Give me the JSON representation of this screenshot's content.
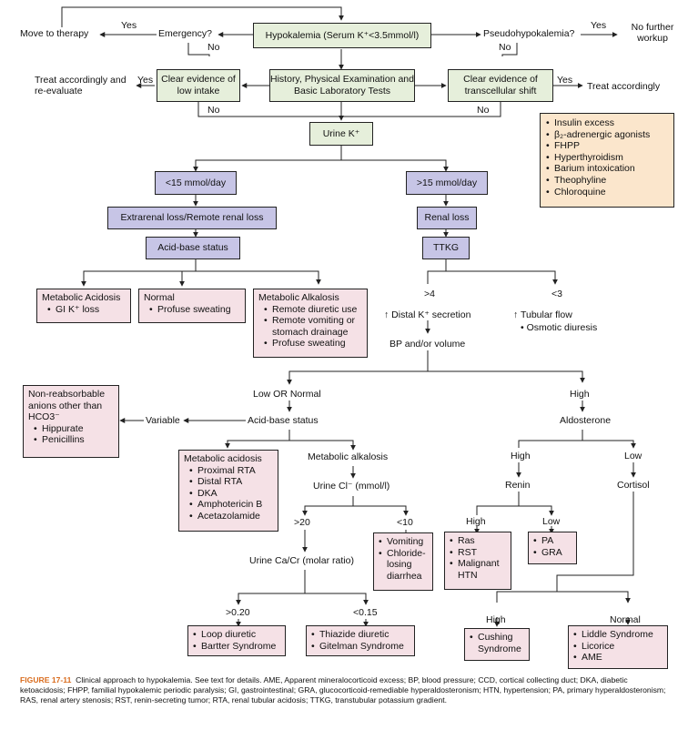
{
  "top": {
    "hypokalemia": "Hypokalemia (Serum K⁺<3.5mmol/l)",
    "emergency": "Emergency?",
    "move_to_therapy": "Move to therapy",
    "pseudo": "Pseudohypokalemia?",
    "no_further": "No further workup",
    "yes": "Yes",
    "no": "No"
  },
  "row2": {
    "treat_reevaluate": "Treat accordingly and re-evaluate",
    "low_intake": "Clear evidence of low intake",
    "history": "History, Physical Examination and Basic Laboratory Tests",
    "transcellular": "Clear evidence of transcellular shift",
    "treat_accordingly": "Treat accordingly"
  },
  "shift_causes": [
    "Insulin excess",
    "β₂-adrenergic agonists",
    "FHPP",
    "Hyperthyroidism",
    "Barium intoxication",
    "Theophyline",
    "Chloroquine"
  ],
  "urine_k": "Urine K⁺",
  "left_branch": {
    "lt15": "<15 mmol/day",
    "extrarenal": "Extrarenal loss/Remote renal loss",
    "acid_base": "Acid-base status",
    "met_acidosis_title": "Metabolic Acidosis",
    "met_acidosis_items": [
      "GI K⁺ loss"
    ],
    "normal_title": "Normal",
    "normal_items": [
      "Profuse sweating"
    ],
    "met_alkalosis_title": "Metabolic Alkalosis",
    "met_alkalosis_items": [
      "Remote diuretic use",
      "Remote vomiting or stomach drainage",
      "Profuse sweating"
    ]
  },
  "right_branch": {
    "gt15": ">15 mmol/day",
    "renal_loss": "Renal loss",
    "ttkg": "TTKG",
    "gt4": ">4",
    "lt3": "<3",
    "distal": "↑ Distal K⁺ secretion",
    "tubular": "↑ Tubular flow",
    "osmotic": "Osmotic diuresis",
    "bp_volume": "BP and/or volume"
  },
  "lower": {
    "low_or_normal": "Low OR Normal",
    "high": "High",
    "acid_base": "Acid-base status",
    "variable": "Variable",
    "nonreab_title": "Non-reabsorbable anions other than HCO3⁻",
    "nonreab_items": [
      "Hippurate",
      "Penicillins"
    ],
    "met_acidosis_title": "Metabolic acidosis",
    "met_acidosis_items": [
      "Proximal RTA",
      "Distal RTA",
      "DKA",
      "Amphotericin B",
      "Acetazolamide"
    ],
    "met_alkalosis": "Metabolic alkalosis",
    "urine_cl": "Urine Cl⁻ (mmol/l)",
    "gt20": ">20",
    "lt10": "<10",
    "vomiting_items": [
      "Vomiting",
      "Chloride-losing diarrhea"
    ],
    "urine_cacr": "Urine Ca/Cr (molar ratio)",
    "gt020": ">0.20",
    "lt015": "<0.15",
    "loop_items": [
      "Loop diuretic",
      "Bartter Syndrome"
    ],
    "thiazide_items": [
      "Thiazide diuretic",
      "Gitelman Syndrome"
    ],
    "aldosterone": "Aldosterone",
    "ald_high": "High",
    "ald_low": "Low",
    "renin": "Renin",
    "cortisol": "Cortisol",
    "renin_high": "High",
    "renin_low": "Low",
    "ras_items": [
      "Ras",
      "RST",
      "Malignant HTN"
    ],
    "pa_items": [
      "PA",
      "GRA"
    ],
    "cort_high": "High",
    "cort_normal": "Normal",
    "cushing_items": [
      "Cushing Syndrome"
    ],
    "liddle_items": [
      "Liddle Syndrome",
      "Licorice",
      "AME"
    ]
  },
  "caption": {
    "label": "FIGURE 17-11",
    "text": "Clinical approach to hypokalemia. See text for details. AME, Apparent mineralocorticoid excess; BP, blood pressure; CCD, cortical collecting duct; DKA, diabetic ketoacidosis; FHPP, familial hypokalemic periodic paralysis; GI, gastrointestinal; GRA, glucocorticoid-remediable hyperaldosteronism; HTN, hypertension; PA, primary hyperaldosteronism; RAS, renal artery stenosis; RST, renin-secreting tumor; RTA, renal tubular acidosis; TTKG, transtubular potassium gradient."
  }
}
